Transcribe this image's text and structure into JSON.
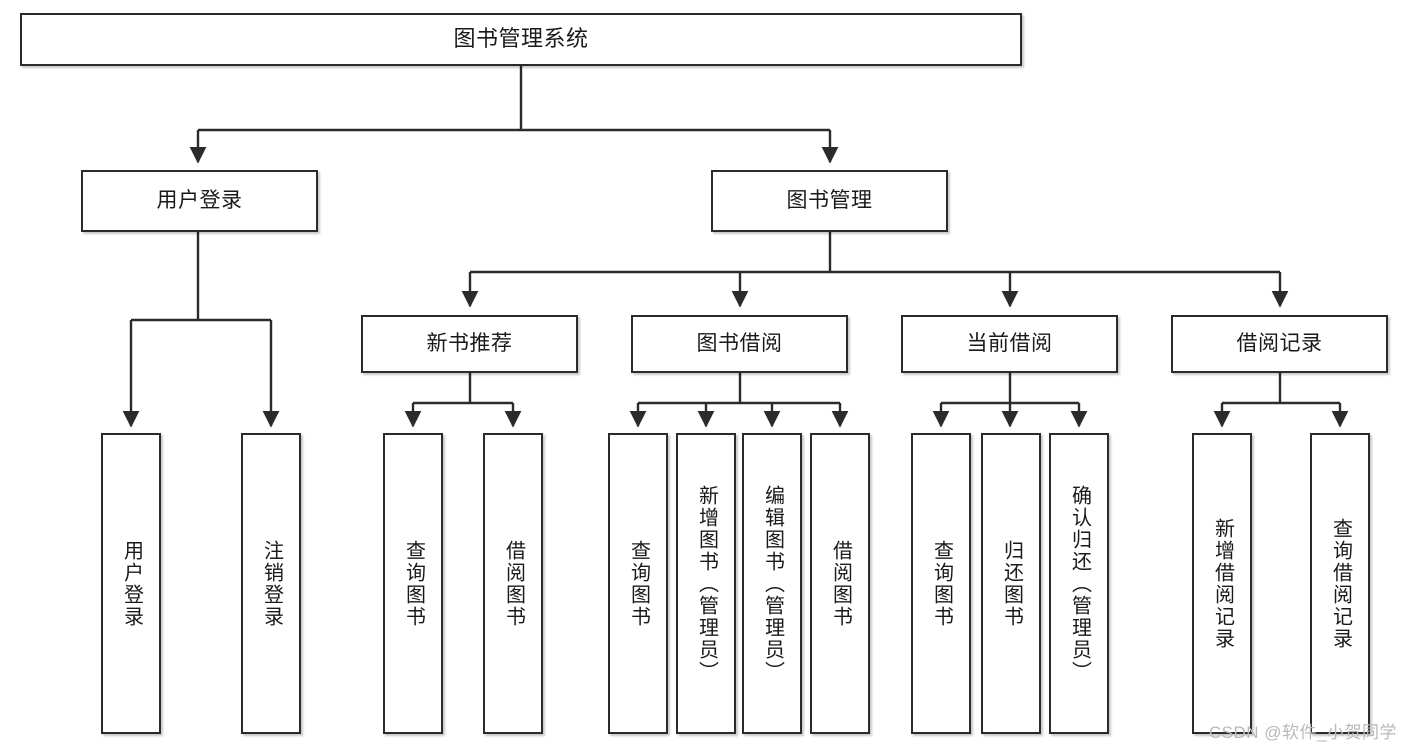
{
  "diagram": {
    "title": "图书管理系统",
    "watermark": "CSDN @软件_小贺同学",
    "stroke_color": "#2b2b2b",
    "fill_color": "#ffffff",
    "text_color": "#1a1a1a",
    "watermark_color": "#b9b9b9"
  },
  "nodes": {
    "root": {
      "label": "图书管理系统"
    },
    "level2": [
      {
        "label": "用户登录"
      },
      {
        "label": "图书管理"
      }
    ],
    "level3": [
      {
        "label": "新书推荐"
      },
      {
        "label": "图书借阅"
      },
      {
        "label": "当前借阅"
      },
      {
        "label": "借阅记录"
      }
    ],
    "leaves": {
      "user_login": [
        {
          "label": "用户登录"
        },
        {
          "label": "注销登录"
        }
      ],
      "new_book": [
        {
          "label": "查询图书"
        },
        {
          "label": "借阅图书"
        }
      ],
      "book_borrow": [
        {
          "label": "查询图书"
        },
        {
          "label": "新增图书（管理员）"
        },
        {
          "label": "编辑图书（管理员）"
        },
        {
          "label": "借阅图书"
        }
      ],
      "current_borrow": [
        {
          "label": "查询图书"
        },
        {
          "label": "归还图书"
        },
        {
          "label": "确认归还（管理员）"
        }
      ],
      "borrow_record": [
        {
          "label": "新增借阅记录"
        },
        {
          "label": "查询借阅记录"
        }
      ]
    }
  },
  "chart_data": {
    "type": "tree",
    "title": "图书管理系统",
    "edges": [
      [
        "图书管理系统",
        "用户登录"
      ],
      [
        "图书管理系统",
        "图书管理"
      ],
      [
        "用户登录",
        "用户登录"
      ],
      [
        "用户登录",
        "注销登录"
      ],
      [
        "图书管理",
        "新书推荐"
      ],
      [
        "图书管理",
        "图书借阅"
      ],
      [
        "图书管理",
        "当前借阅"
      ],
      [
        "图书管理",
        "借阅记录"
      ],
      [
        "新书推荐",
        "查询图书"
      ],
      [
        "新书推荐",
        "借阅图书"
      ],
      [
        "图书借阅",
        "查询图书"
      ],
      [
        "图书借阅",
        "新增图书（管理员）"
      ],
      [
        "图书借阅",
        "编辑图书（管理员）"
      ],
      [
        "图书借阅",
        "借阅图书"
      ],
      [
        "当前借阅",
        "查询图书"
      ],
      [
        "当前借阅",
        "归还图书"
      ],
      [
        "当前借阅",
        "确认归还（管理员）"
      ],
      [
        "借阅记录",
        "新增借阅记录"
      ],
      [
        "借阅记录",
        "查询借阅记录"
      ]
    ]
  }
}
